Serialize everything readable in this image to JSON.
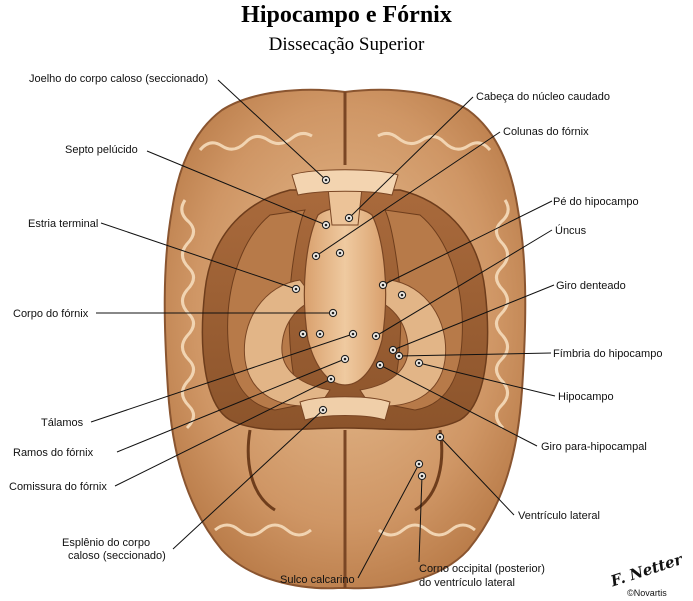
{
  "title": "Hipocampo e Fórnix",
  "subtitle": "Dissecação Superior",
  "signature": "F. Netter",
  "publisher": "©Novartis",
  "colors": {
    "tissue": "#c9905e",
    "tissue_light": "#e6b98c",
    "tissue_dark": "#8a5530",
    "gyrus_line": "#efcfaa",
    "ink": "#111111"
  },
  "labels": [
    {
      "id": "joelho",
      "text": "Joelho do corpo caloso (seccionado)"
    },
    {
      "id": "septo",
      "text": "Septo pelúcido"
    },
    {
      "id": "estria",
      "text": "Estria terminal"
    },
    {
      "id": "corpo",
      "text": "Corpo do fórnix"
    },
    {
      "id": "talamos",
      "text": "Tálamos"
    },
    {
      "id": "ramos",
      "text": "Ramos do fórnix"
    },
    {
      "id": "comissura",
      "text": "Comissura do fórnix"
    },
    {
      "id": "esplenio1",
      "text": "Esplênio do corpo"
    },
    {
      "id": "esplenio2",
      "text": "caloso (seccionado)"
    },
    {
      "id": "sulco",
      "text": "Sulco calcarino"
    },
    {
      "id": "corno1",
      "text": "Corno occipital (posterior)"
    },
    {
      "id": "corno2",
      "text": "do ventrículo lateral"
    },
    {
      "id": "ventriculo",
      "text": "Ventrículo lateral"
    },
    {
      "id": "giropara",
      "text": "Giro para-hipocampal"
    },
    {
      "id": "hipocampo",
      "text": "Hipocampo"
    },
    {
      "id": "fimbria",
      "text": "Fímbria do hipocampo"
    },
    {
      "id": "giroden",
      "text": "Giro denteado"
    },
    {
      "id": "uncus",
      "text": "Úncus"
    },
    {
      "id": "pe",
      "text": "Pé do hipocampo"
    },
    {
      "id": "colunas",
      "text": "Colunas do fórnix"
    },
    {
      "id": "cabeca",
      "text": "Cabeça do núcleo caudado"
    }
  ]
}
